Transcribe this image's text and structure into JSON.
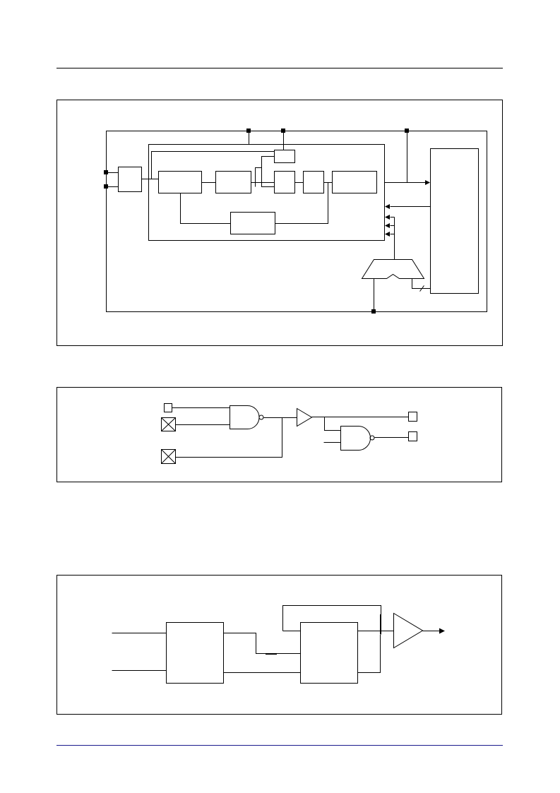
{
  "page": {
    "colors": {
      "header_rule": "#000000",
      "footer_rule": "#1a1a8c",
      "line": "#000000",
      "background": "#ffffff"
    }
  },
  "figures": [
    {
      "name": "block-diagram",
      "labels": []
    },
    {
      "name": "logic-gate-schematic",
      "labels": []
    },
    {
      "name": "signal-path-diagram",
      "labels": []
    }
  ]
}
